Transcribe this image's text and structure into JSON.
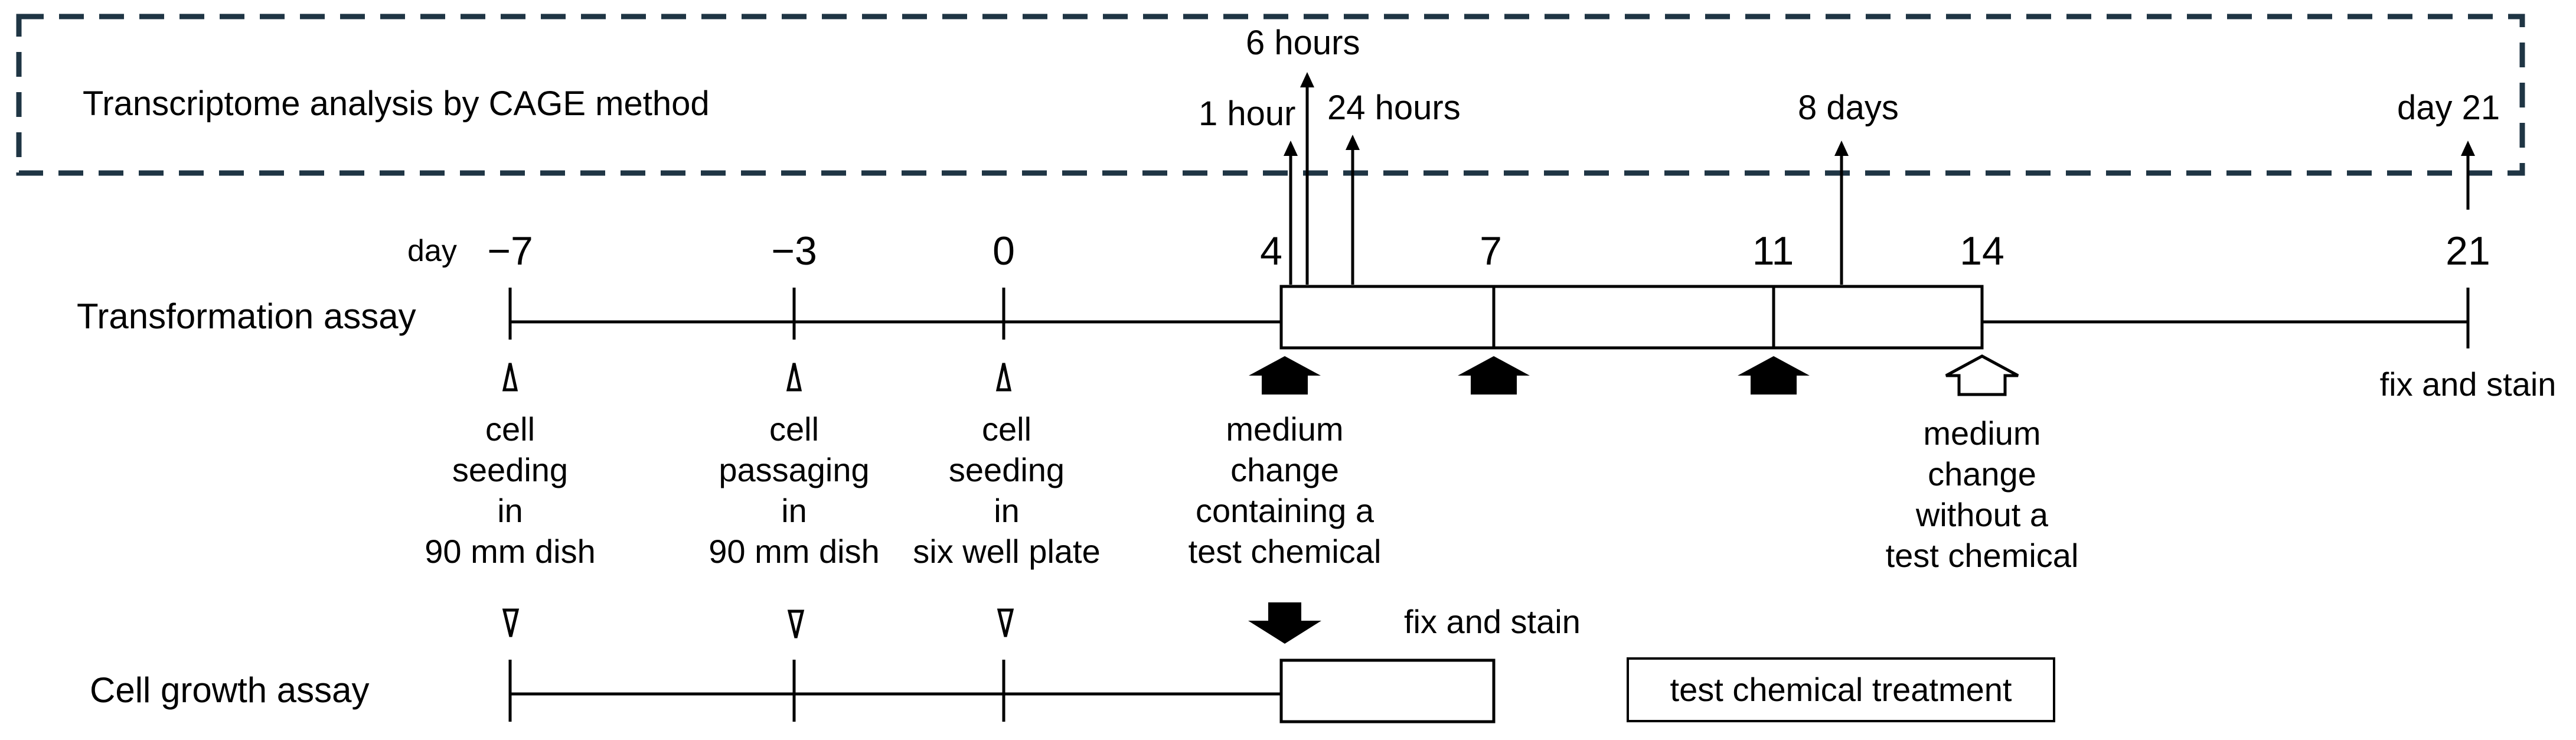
{
  "cage": {
    "title": "Transcriptome analysis by CAGE method",
    "timepoints": [
      {
        "label": "1 hour"
      },
      {
        "label": "6 hours"
      },
      {
        "label": "24 hours"
      },
      {
        "label": "8 days"
      },
      {
        "label": "day 21"
      }
    ]
  },
  "axis": {
    "day_label": "day",
    "ticks": [
      {
        "label": "−7"
      },
      {
        "label": "−3"
      },
      {
        "label": "0"
      },
      {
        "label": "4"
      },
      {
        "label": "7"
      },
      {
        "label": "11"
      },
      {
        "label": "14"
      },
      {
        "label": "21"
      }
    ]
  },
  "transformation": {
    "label": "Transformation assay",
    "fix_stain": "fix and stain",
    "events": [
      {
        "lines": [
          "cell",
          "seeding",
          "in",
          "90 mm dish"
        ]
      },
      {
        "lines": [
          "cell",
          "passaging",
          "in",
          "90 mm dish"
        ]
      },
      {
        "lines": [
          "cell",
          "seeding",
          "in",
          "six well plate"
        ]
      },
      {
        "lines": [
          "medium",
          "change",
          "containing a",
          "test chemical"
        ]
      },
      {
        "lines": [
          "medium",
          "change",
          "without a",
          "test chemical"
        ]
      }
    ]
  },
  "growth": {
    "label": "Cell growth assay",
    "fix_stain": "fix and stain"
  },
  "legend": {
    "label": "test chemical treatment"
  }
}
